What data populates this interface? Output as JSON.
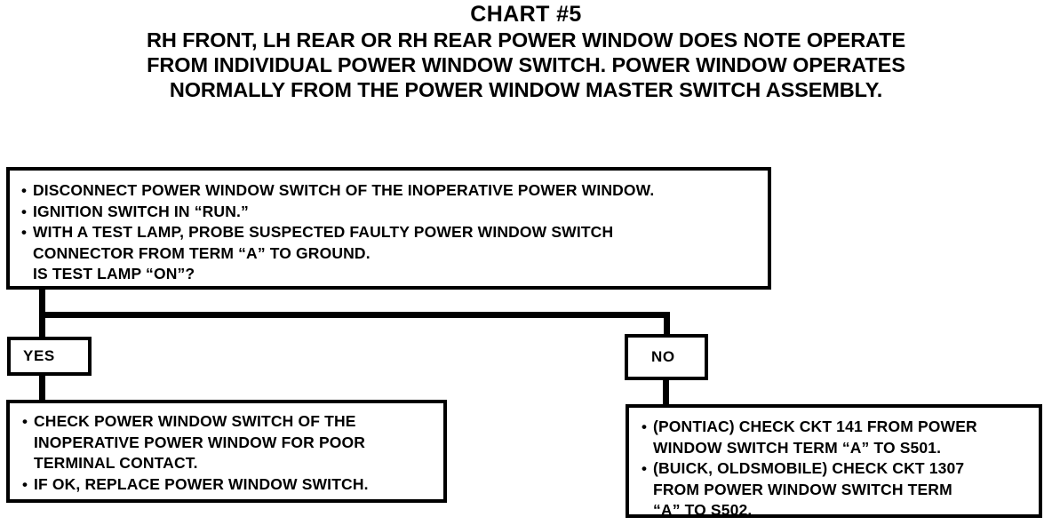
{
  "title": {
    "chart_number": "CHART #5",
    "subtitle_lines": [
      "RH FRONT, LH REAR OR RH REAR POWER WINDOW DOES NOTE OPERATE",
      "FROM INDIVIDUAL POWER WINDOW SWITCH. POWER WINDOW OPERATES",
      "NORMALLY FROM THE POWER WINDOW MASTER SWITCH ASSEMBLY."
    ]
  },
  "decision_box": {
    "bullets": [
      {
        "lines": [
          "DISCONNECT POWER WINDOW SWITCH OF THE INOPERATIVE POWER WINDOW."
        ]
      },
      {
        "lines": [
          "IGNITION SWITCH IN “RUN.”"
        ]
      },
      {
        "lines": [
          "WITH A TEST LAMP, PROBE SUSPECTED FAULTY POWER WINDOW SWITCH",
          "CONNECTOR FROM TERM “A” TO GROUND.",
          "IS TEST LAMP “ON”?"
        ]
      }
    ]
  },
  "branches": {
    "yes_label": "YES",
    "no_label": "NO"
  },
  "yes_answer_box": {
    "bullets": [
      {
        "lines": [
          "CHECK POWER WINDOW SWITCH OF THE",
          "INOPERATIVE POWER WINDOW FOR POOR",
          "TERMINAL CONTACT."
        ]
      },
      {
        "lines": [
          "IF OK, REPLACE POWER WINDOW SWITCH."
        ]
      }
    ]
  },
  "no_answer_box": {
    "bullets": [
      {
        "lines": [
          "(PONTIAC) CHECK CKT 141 FROM POWER",
          "WINDOW SWITCH TERM “A” TO S501."
        ]
      },
      {
        "lines": [
          "(BUICK, OLDSMOBILE) CHECK CKT 1307",
          "FROM POWER WINDOW SWITCH TERM",
          "“A” TO S502."
        ]
      }
    ]
  },
  "bullet_glyph": "•",
  "colors": {
    "ink": "#000000",
    "paper": "#ffffff"
  }
}
